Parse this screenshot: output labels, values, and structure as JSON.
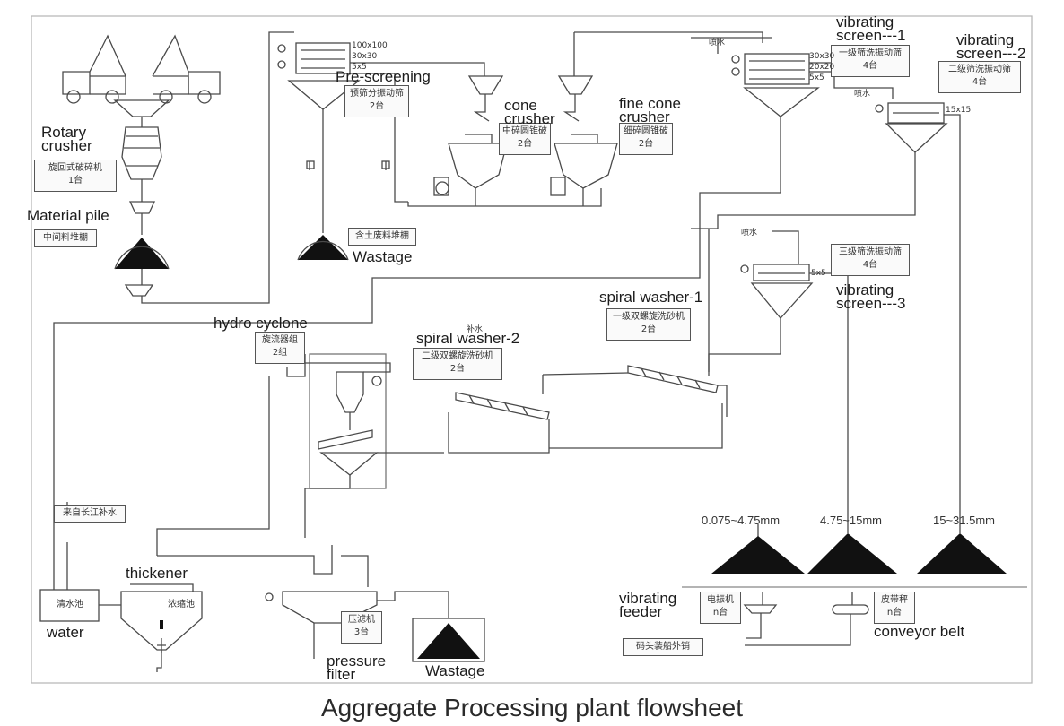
{
  "title": "Aggregate Processing plant  flowsheet",
  "labels": {
    "rotary_crusher": [
      "Rotary",
      "crusher"
    ],
    "material_pile": "Material pile",
    "pre_screening": "Pre-screening",
    "wastage_top": "Wastage",
    "cone_crusher": [
      "cone",
      "crusher"
    ],
    "fine_cone_crusher": [
      "fine cone",
      "crusher"
    ],
    "vibrating_screen_1": [
      "vibrating",
      "screen---1"
    ],
    "vibrating_screen_2": [
      "vibrating",
      "screen---2"
    ],
    "vibrating_screen_3": [
      "vibrating",
      "screen---3"
    ],
    "spiral_washer_1": "spiral washer-1",
    "spiral_washer_2": "spiral washer-2",
    "hydro_cyclone": "hydro cyclone",
    "thickener": "thickener",
    "water": "water",
    "pressure_filter": [
      "pressure",
      "filter"
    ],
    "wastage_bottom": "Wastage",
    "vibrating_feeder": [
      "vibrating",
      "feeder"
    ],
    "conveyor_belt": "conveyor belt"
  },
  "boxes": {
    "rotary_crusher": [
      "旋回式破碎机",
      "1台"
    ],
    "material_pile": [
      "中间料堆棚"
    ],
    "pre_screening": [
      "预筛分振动筛",
      "2台"
    ],
    "wastage_top": [
      "含土废料堆棚"
    ],
    "cone_crusher": [
      "中碎圆锥破",
      "2台"
    ],
    "fine_cone_crusher": [
      "细碎圆锥破",
      "2台"
    ],
    "screen_1": [
      "一级筛洗振动筛",
      "4台"
    ],
    "screen_2": [
      "二级筛洗振动筛",
      "4台"
    ],
    "screen_3": [
      "三级筛洗振动筛",
      "4台"
    ],
    "spiral_1": [
      "一级双螺旋洗砂机",
      "2台"
    ],
    "spiral_2": [
      "二级双螺旋洗砂机",
      "2台"
    ],
    "hydro_cyclone": [
      "旋流器组",
      "2组"
    ],
    "river_water": [
      "来自长江补水"
    ],
    "water_pool": [
      "清水池"
    ],
    "thickener": [
      "浓缩池"
    ],
    "pressure_filter": [
      "压滤机",
      "3台"
    ],
    "vib_feeder": [
      "电振机",
      "n台"
    ],
    "conveyor": [
      "皮带秤",
      "n台"
    ],
    "dock": [
      "码头装船外销"
    ]
  },
  "small_text": {
    "spray_1": "喷水",
    "spray_2": "喷水",
    "spray_3": "喷水",
    "add_water": "补水",
    "mesh_pre": "100x100",
    "mesh_pre_2": "30x30",
    "mesh_pre_3": "5x5",
    "mesh_s1": "30x30",
    "mesh_s1_2": "20x20",
    "mesh_s1_3": "5x5",
    "mesh_s2": "15x15",
    "mesh_s3": "5x5"
  },
  "products": [
    "0.075~4.75mm",
    "4.75~15mm",
    "15~31.5mm"
  ],
  "colors": {
    "line": "#4a4a4a",
    "pile": "#111111",
    "bg": "#ffffff"
  }
}
